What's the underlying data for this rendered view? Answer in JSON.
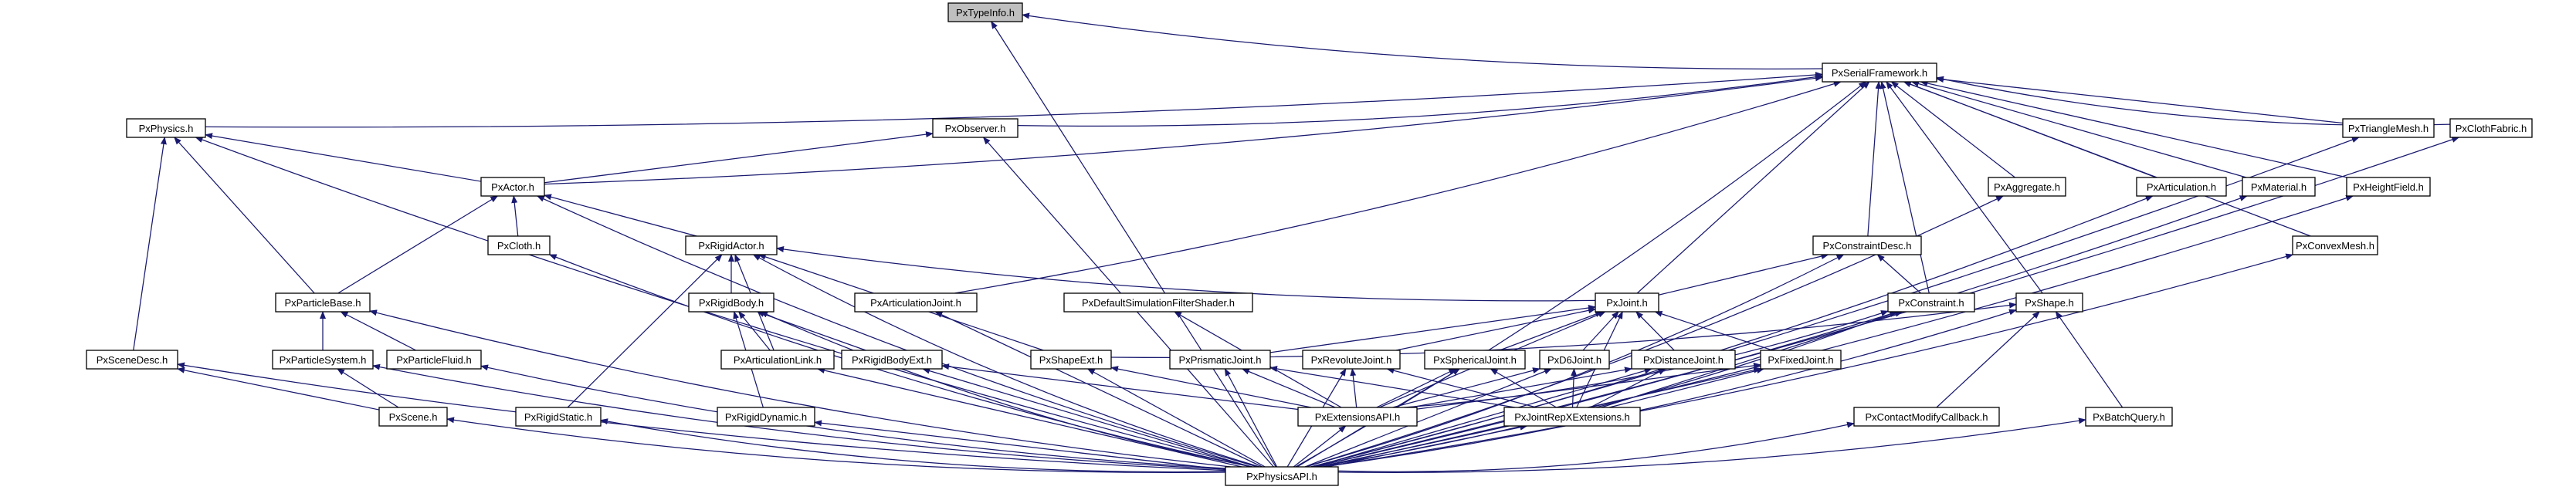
{
  "graph": {
    "title": "",
    "root": "PxTypeInfo.h",
    "edge_color": "#191970",
    "root_fill": "#bfbfbf",
    "nodes": [
      {
        "id": "typeinfo",
        "label": "PxTypeInfo.h"
      },
      {
        "id": "serial",
        "label": "PxSerialFramework.h"
      },
      {
        "id": "physics",
        "label": "PxPhysics.h"
      },
      {
        "id": "observer",
        "label": "PxObserver.h"
      },
      {
        "id": "trimesh",
        "label": "PxTriangleMesh.h"
      },
      {
        "id": "clothfab",
        "label": "PxClothFabric.h"
      },
      {
        "id": "actor",
        "label": "PxActor.h"
      },
      {
        "id": "aggregate",
        "label": "PxAggregate.h"
      },
      {
        "id": "articul",
        "label": "PxArticulation.h"
      },
      {
        "id": "material",
        "label": "PxMaterial.h"
      },
      {
        "id": "heightf",
        "label": "PxHeightField.h"
      },
      {
        "id": "cloth",
        "label": "PxCloth.h"
      },
      {
        "id": "rigidactor",
        "label": "PxRigidActor.h"
      },
      {
        "id": "constrdesc",
        "label": "PxConstraintDesc.h"
      },
      {
        "id": "convexmesh",
        "label": "PxConvexMesh.h"
      },
      {
        "id": "partbase",
        "label": "PxParticleBase.h"
      },
      {
        "id": "rigidbody",
        "label": "PxRigidBody.h"
      },
      {
        "id": "artjoint",
        "label": "PxArticulationJoint.h"
      },
      {
        "id": "defsim",
        "label": "PxDefaultSimulationFilterShader.h"
      },
      {
        "id": "joint",
        "label": "PxJoint.h"
      },
      {
        "id": "constraint",
        "label": "PxConstraint.h"
      },
      {
        "id": "shape",
        "label": "PxShape.h"
      },
      {
        "id": "scenedesc",
        "label": "PxSceneDesc.h"
      },
      {
        "id": "partsys",
        "label": "PxParticleSystem.h"
      },
      {
        "id": "partfluid",
        "label": "PxParticleFluid.h"
      },
      {
        "id": "artlink",
        "label": "PxArticulationLink.h"
      },
      {
        "id": "rigidbext",
        "label": "PxRigidBodyExt.h"
      },
      {
        "id": "shapeext",
        "label": "PxShapeExt.h"
      },
      {
        "id": "prismatic",
        "label": "PxPrismaticJoint.h"
      },
      {
        "id": "revolute",
        "label": "PxRevoluteJoint.h"
      },
      {
        "id": "spherical",
        "label": "PxSphericalJoint.h"
      },
      {
        "id": "d6",
        "label": "PxD6Joint.h"
      },
      {
        "id": "distance",
        "label": "PxDistanceJoint.h"
      },
      {
        "id": "fixed",
        "label": "PxFixedJoint.h"
      },
      {
        "id": "scene",
        "label": "PxScene.h"
      },
      {
        "id": "rstatic",
        "label": "PxRigidStatic.h"
      },
      {
        "id": "rdynamic",
        "label": "PxRigidDynamic.h"
      },
      {
        "id": "extapi",
        "label": "PxExtensionsAPI.h"
      },
      {
        "id": "jointrepx",
        "label": "PxJointRepXExtensions.h"
      },
      {
        "id": "contact",
        "label": "PxContactModifyCallback.h"
      },
      {
        "id": "batch",
        "label": "PxBatchQuery.h"
      },
      {
        "id": "physapi",
        "label": "PxPhysicsAPI.h"
      }
    ],
    "edges": [
      [
        "serial",
        "typeinfo"
      ],
      [
        "physapi",
        "typeinfo"
      ],
      [
        "physics",
        "serial"
      ],
      [
        "observer",
        "serial"
      ],
      [
        "trimesh",
        "serial"
      ],
      [
        "clothfab",
        "serial"
      ],
      [
        "actor",
        "serial"
      ],
      [
        "aggregate",
        "serial"
      ],
      [
        "articul",
        "serial"
      ],
      [
        "material",
        "serial"
      ],
      [
        "heightf",
        "serial"
      ],
      [
        "constrdesc",
        "serial"
      ],
      [
        "convexmesh",
        "serial"
      ],
      [
        "artjoint",
        "serial"
      ],
      [
        "joint",
        "serial"
      ],
      [
        "constraint",
        "serial"
      ],
      [
        "shape",
        "serial"
      ],
      [
        "physapi",
        "serial"
      ],
      [
        "actor",
        "physics"
      ],
      [
        "partbase",
        "physics"
      ],
      [
        "scenedesc",
        "physics"
      ],
      [
        "physapi",
        "physics"
      ],
      [
        "actor",
        "observer"
      ],
      [
        "physapi",
        "observer"
      ],
      [
        "physapi",
        "trimesh"
      ],
      [
        "physapi",
        "clothfab"
      ],
      [
        "cloth",
        "actor"
      ],
      [
        "rigidactor",
        "actor"
      ],
      [
        "partbase",
        "actor"
      ],
      [
        "physapi",
        "actor"
      ],
      [
        "physapi",
        "aggregate"
      ],
      [
        "physapi",
        "articul"
      ],
      [
        "physapi",
        "material"
      ],
      [
        "physapi",
        "heightf"
      ],
      [
        "physapi",
        "cloth"
      ],
      [
        "rigidbody",
        "rigidactor"
      ],
      [
        "rstatic",
        "rigidactor"
      ],
      [
        "joint",
        "rigidactor"
      ],
      [
        "shapeext",
        "rigidactor"
      ],
      [
        "artlink",
        "rigidactor"
      ],
      [
        "physapi",
        "rigidactor"
      ],
      [
        "joint",
        "constrdesc"
      ],
      [
        "constraint",
        "constrdesc"
      ],
      [
        "physapi",
        "constrdesc"
      ],
      [
        "physapi",
        "convexmesh"
      ],
      [
        "partsys",
        "partbase"
      ],
      [
        "partfluid",
        "partbase"
      ],
      [
        "physapi",
        "partbase"
      ],
      [
        "artlink",
        "rigidbody"
      ],
      [
        "rigidbext",
        "rigidbody"
      ],
      [
        "rdynamic",
        "rigidbody"
      ],
      [
        "physapi",
        "rigidbody"
      ],
      [
        "physapi",
        "artjoint"
      ],
      [
        "extapi",
        "defsim"
      ],
      [
        "prismatic",
        "joint"
      ],
      [
        "revolute",
        "joint"
      ],
      [
        "spherical",
        "joint"
      ],
      [
        "d6",
        "joint"
      ],
      [
        "distance",
        "joint"
      ],
      [
        "fixed",
        "joint"
      ],
      [
        "extapi",
        "joint"
      ],
      [
        "jointrepx",
        "joint"
      ],
      [
        "extapi",
        "constraint"
      ],
      [
        "jointrepx",
        "constraint"
      ],
      [
        "physapi",
        "constraint"
      ],
      [
        "shapeext",
        "shape"
      ],
      [
        "contact",
        "shape"
      ],
      [
        "batch",
        "shape"
      ],
      [
        "physapi",
        "shape"
      ],
      [
        "scene",
        "scenedesc"
      ],
      [
        "physapi",
        "scenedesc"
      ],
      [
        "scene",
        "partsys"
      ],
      [
        "physapi",
        "partsys"
      ],
      [
        "physapi",
        "partfluid"
      ],
      [
        "physapi",
        "artlink"
      ],
      [
        "extapi",
        "rigidbext"
      ],
      [
        "physapi",
        "rigidbext"
      ],
      [
        "extapi",
        "shapeext"
      ],
      [
        "physapi",
        "shapeext"
      ],
      [
        "extapi",
        "prismatic"
      ],
      [
        "jointrepx",
        "prismatic"
      ],
      [
        "physapi",
        "prismatic"
      ],
      [
        "extapi",
        "revolute"
      ],
      [
        "jointrepx",
        "revolute"
      ],
      [
        "physapi",
        "revolute"
      ],
      [
        "extapi",
        "spherical"
      ],
      [
        "jointrepx",
        "spherical"
      ],
      [
        "physapi",
        "spherical"
      ],
      [
        "extapi",
        "d6"
      ],
      [
        "jointrepx",
        "d6"
      ],
      [
        "physapi",
        "d6"
      ],
      [
        "extapi",
        "distance"
      ],
      [
        "jointrepx",
        "distance"
      ],
      [
        "physapi",
        "distance"
      ],
      [
        "extapi",
        "fixed"
      ],
      [
        "jointrepx",
        "fixed"
      ],
      [
        "physapi",
        "fixed"
      ],
      [
        "physapi",
        "scene"
      ],
      [
        "physapi",
        "rstatic"
      ],
      [
        "physapi",
        "rdynamic"
      ],
      [
        "physapi",
        "extapi"
      ],
      [
        "physapi",
        "jointrepx"
      ],
      [
        "physapi",
        "contact"
      ],
      [
        "physapi",
        "batch"
      ]
    ]
  }
}
